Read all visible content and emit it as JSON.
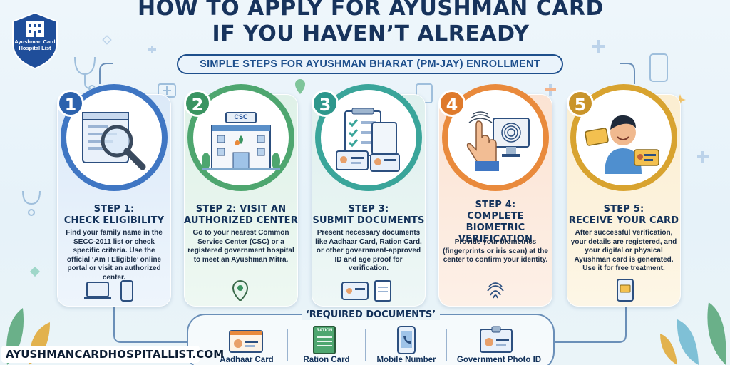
{
  "title": {
    "line1": "HOW TO APPLY FOR AYUSHMAN CARD",
    "line2": "IF YOU HAVEN’T ALREADY"
  },
  "subtitle": "SIMPLE STEPS FOR AYUSHMAN BHARAT (PM-JAY) ENROLLMENT",
  "logo": {
    "text": "Ayushman Card Hospital List",
    "color": "#1f4e9a"
  },
  "steps": [
    {
      "number": "1",
      "heading_line1": "STEP 1:",
      "heading_line2": "CHECK ELIGIBILITY",
      "body": "Find your family name in the SECC-2011 list or check specific criteria. Use the official ‘Am I Eligible’ online portal or visit an authorized center.",
      "color": "#3f76c3"
    },
    {
      "number": "2",
      "heading_line1": "STEP 2: VISIT AN",
      "heading_line2": "AUTHORIZED CENTER",
      "body": "Go to your nearest Common Service Center (CSC) or a registered government hospital to meet an Ayushman Mitra.",
      "sign": "CSC",
      "color": "#4ea66f"
    },
    {
      "number": "3",
      "heading_line1": "STEP 3:",
      "heading_line2": "SUBMIT DOCUMENTS",
      "body": "Present necessary documents like Aadhaar Card, Ration Card, or other government-approved ID and age proof for verification.",
      "color": "#3aa59a"
    },
    {
      "number": "4",
      "heading_line1": "STEP 4:",
      "heading_line2": "COMPLETE BIOMETRIC",
      "heading_line3": "VERIFICATION",
      "body": "Provide your biometrics (fingerprints or iris scan) at the center to confirm your identity.",
      "color": "#e98a3c"
    },
    {
      "number": "5",
      "heading_line1": "STEP 5:",
      "heading_line2": "RECEIVE YOUR CARD",
      "body": "After successful verification, your details are registered, and your digital or physical Ayushman card is generated. Use it for free treatment.",
      "color": "#d8a32f"
    }
  ],
  "required": {
    "title": "‘REQUIRED DOCUMENTS’",
    "items": [
      "Aadhaar Card",
      "Ration Card",
      "Mobile Number",
      "Government Photo ID"
    ],
    "ration_label": "RATION"
  },
  "website": "AYUSHMANCARDHOSPITALLIST.COM"
}
